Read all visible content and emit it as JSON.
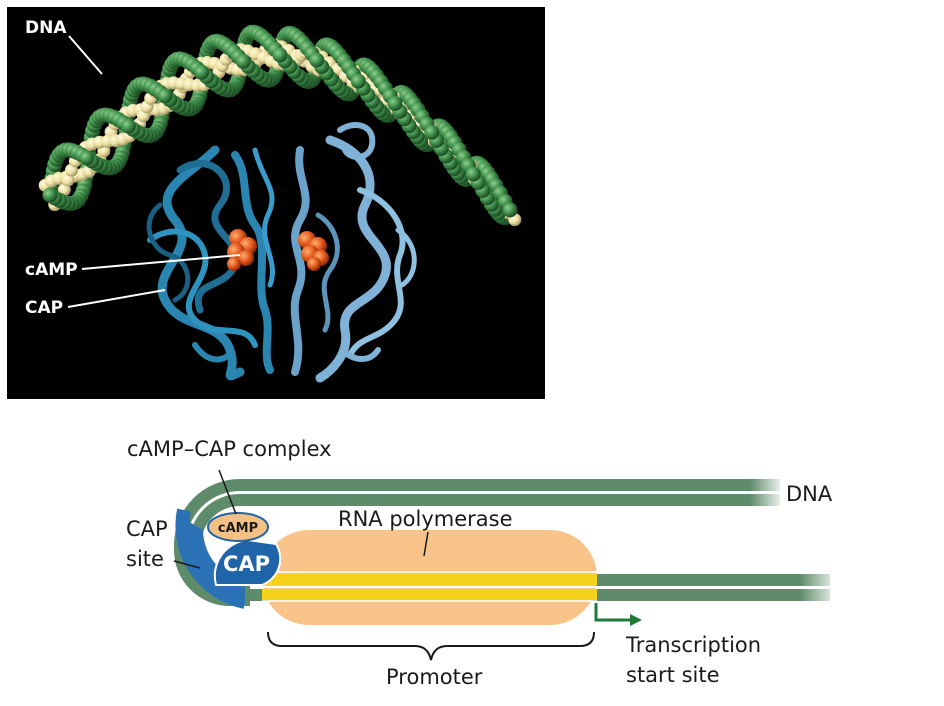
{
  "structure_panel": {
    "labels": {
      "dna": "DNA",
      "camp": "cAMP",
      "cap": "CAP"
    },
    "colors": {
      "background": "#000000",
      "dna_backbone": "#3f8f4a",
      "dna_bases": "#ece0a0",
      "cap_subunit_left": "#2a86b0",
      "cap_subunit_right": "#7fb2d6",
      "camp_molecule": "#e2561c"
    }
  },
  "schematic": {
    "labels": {
      "complex": "cAMP–CAP complex",
      "dna": "DNA",
      "cap_site_line1": "CAP",
      "cap_site_line2": "site",
      "camp_badge": "cAMP",
      "cap_badge": "CAP",
      "rna_polymerase": "RNA polymerase",
      "promoter": "Promoter",
      "tss_line1": "Transcription",
      "tss_line2": "start site"
    },
    "colors": {
      "dna_strand": "#5e8c6a",
      "cap_site": "#2a72b5",
      "cap_protein": "#1f63a8",
      "camp_badge": "#f3c184",
      "polymerase": "#f9c48a",
      "promoter_bases": "#f6d21a",
      "tss_arrow": "#1f7a3a"
    }
  }
}
